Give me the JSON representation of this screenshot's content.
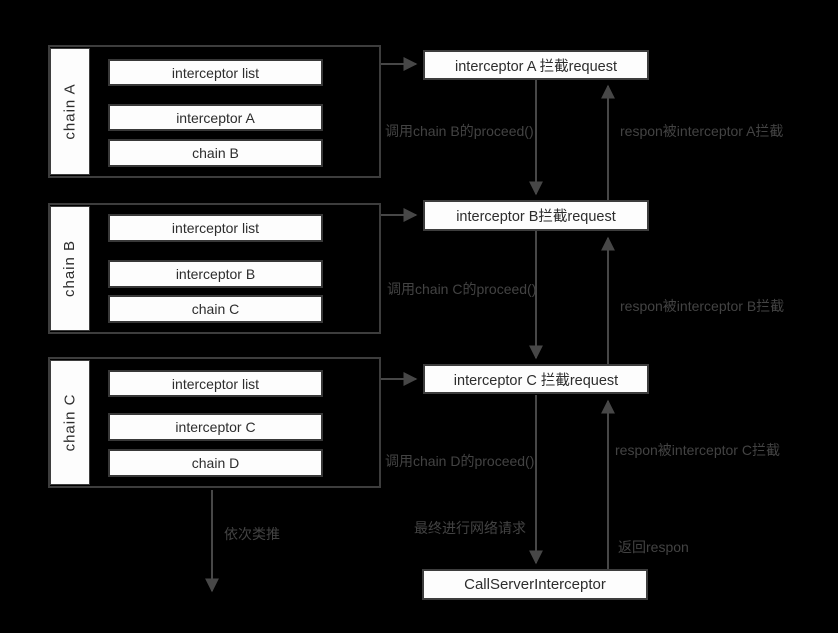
{
  "diagram": {
    "title_hint": "okhttp interceptor chain flow",
    "colors": {
      "background": "#000000",
      "box_fill": "#fdfdfd",
      "box_border": "#3d3d3d",
      "box_text": "#2d2d2d",
      "line": "#474747",
      "label_text": "#434343"
    },
    "chains": [
      {
        "label": "chain A",
        "items": [
          "interceptor list",
          "interceptor A",
          "chain B"
        ]
      },
      {
        "label": "chain B",
        "items": [
          "interceptor list",
          "interceptor B",
          "chain C"
        ]
      },
      {
        "label": "chain C",
        "items": [
          "interceptor list",
          "interceptor C",
          "chain D"
        ]
      }
    ],
    "steps": [
      "interceptor A 拦截request",
      "interceptor B拦截request",
      "interceptor C 拦截request",
      "CallServerInterceptor"
    ],
    "labels": {
      "proceed_a": "调用chain B的proceed()",
      "proceed_b": "调用chain C的proceed()",
      "proceed_c": "调用chain D的proceed()",
      "respon_a": "respon被interceptor A拦截",
      "respon_b": "respon被interceptor B拦截",
      "respon_c": "respon被interceptor C拦截",
      "and_so_on": "依次类推",
      "final_request": "最终进行网络请求",
      "return_respon": "返回respon"
    }
  }
}
